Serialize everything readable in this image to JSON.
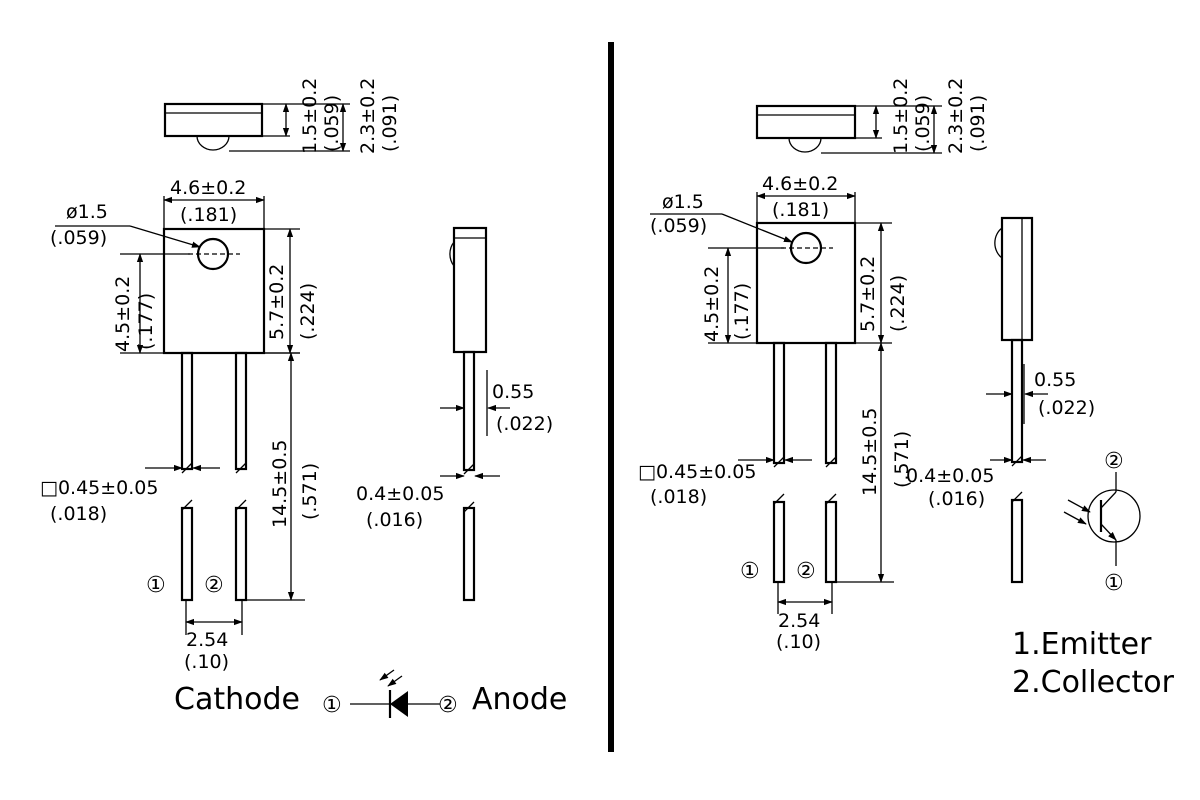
{
  "colors": {
    "ink": "#000000",
    "background": "#ffffff"
  },
  "left": {
    "width_dim": "4.6±0.2",
    "width_dim_inch": "(.181)",
    "hole_dia": "ø1.5",
    "hole_dia_inch": "(.059)",
    "hole_height": "4.5±0.2",
    "hole_height_inch": "(.177)",
    "body_height": "5.7±0.2",
    "body_height_inch": "(.224)",
    "top_thickness": "1.5±0.2",
    "top_thickness_inch": "(.059)",
    "top_total": "2.3±0.2",
    "top_total_inch": "(.091)",
    "lead_square": "□0.45±0.05",
    "lead_square_inch": "(.018)",
    "lead_length": "14.5±0.5",
    "lead_length_inch": "(.571)",
    "pitch": "2.54",
    "pitch_inch": "(.10)",
    "side_lead_width": "0.55",
    "side_lead_width_inch": "(.022)",
    "side_lead_thickness": "0.4±0.05",
    "side_lead_thickness_inch": "(.016)",
    "pin1": "①",
    "pin2": "②",
    "cathode_label": "Cathode",
    "anode_label": "Anode"
  },
  "right": {
    "width_dim": "4.6±0.2",
    "width_dim_inch": "(.181)",
    "hole_dia": "ø1.5",
    "hole_dia_inch": "(.059)",
    "hole_height": "4.5±0.2",
    "hole_height_inch": "(.177)",
    "body_height": "5.7±0.2",
    "body_height_inch": "(.224)",
    "top_thickness": "1.5±0.2",
    "top_thickness_inch": "(.059)",
    "top_total": "2.3±0.2",
    "top_total_inch": "(.091)",
    "lead_square": "□0.45±0.05",
    "lead_square_inch": "(.018)",
    "lead_length": "14.5±0.5",
    "lead_length_inch": "(.571)",
    "pitch": "2.54",
    "pitch_inch": "(.10)",
    "side_lead_width": "0.55",
    "side_lead_width_inch": "(.022)",
    "side_lead_thickness": "0.4±0.05",
    "side_lead_thickness_inch": "(.016)",
    "pin1": "①",
    "pin2": "②",
    "emitter_label": "1.Emitter",
    "collector_label": "2.Collector"
  },
  "icons": {
    "led_symbol": "led-diode-icon",
    "phototransistor_symbol": "phototransistor-icon"
  }
}
